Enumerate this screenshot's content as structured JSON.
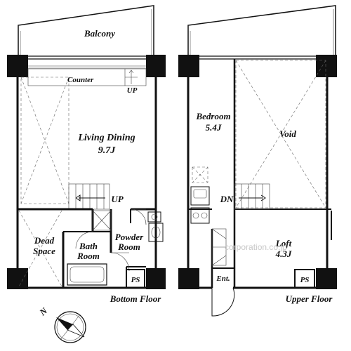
{
  "floor_labels": {
    "bottom": "Bottom Floor",
    "upper": "Upper Floor"
  },
  "rooms": {
    "balcony": "Balcony",
    "counter": "Counter",
    "living_line1": "Living Dining",
    "living_line2": "9.7J",
    "dead_line1": "Dead",
    "dead_line2": "Space",
    "bath_line1": "Bath",
    "bath_line2": "Room",
    "powder_line1": "Powder",
    "powder_line2": "Room",
    "bedroom_line1": "Bedroom",
    "bedroom_line2": "5.4J",
    "void": "Void",
    "loft_line1": "Loft",
    "loft_line2": "4.3J",
    "entrance": "Ent."
  },
  "markers": {
    "up_counter": "UP",
    "up_stair": "UP",
    "down": "DN",
    "ps_left": "PS",
    "ps_right": "PS"
  },
  "compass": {
    "north_letter": "N"
  },
  "watermark": "corporation.co.jp"
}
